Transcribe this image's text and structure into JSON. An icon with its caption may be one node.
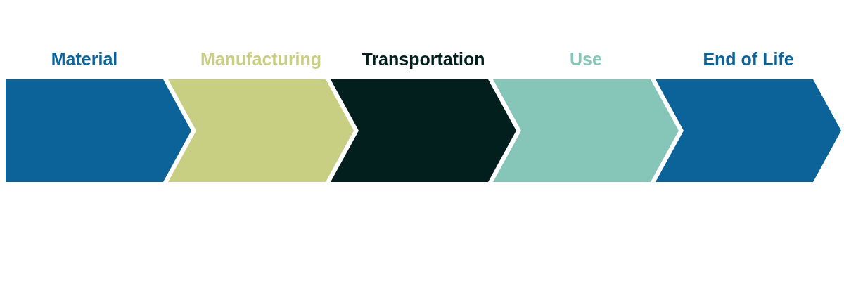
{
  "diagram": {
    "nodes": [
      {
        "text": [
          "Material"
        ]
      },
      {
        "text": [
          "Manufacturing"
        ]
      },
      {
        "text": [
          "Transportation"
        ]
      },
      {
        "text": [
          "Use"
        ]
      },
      {
        "text": [
          "End of Life"
        ]
      }
    ]
  }
}
